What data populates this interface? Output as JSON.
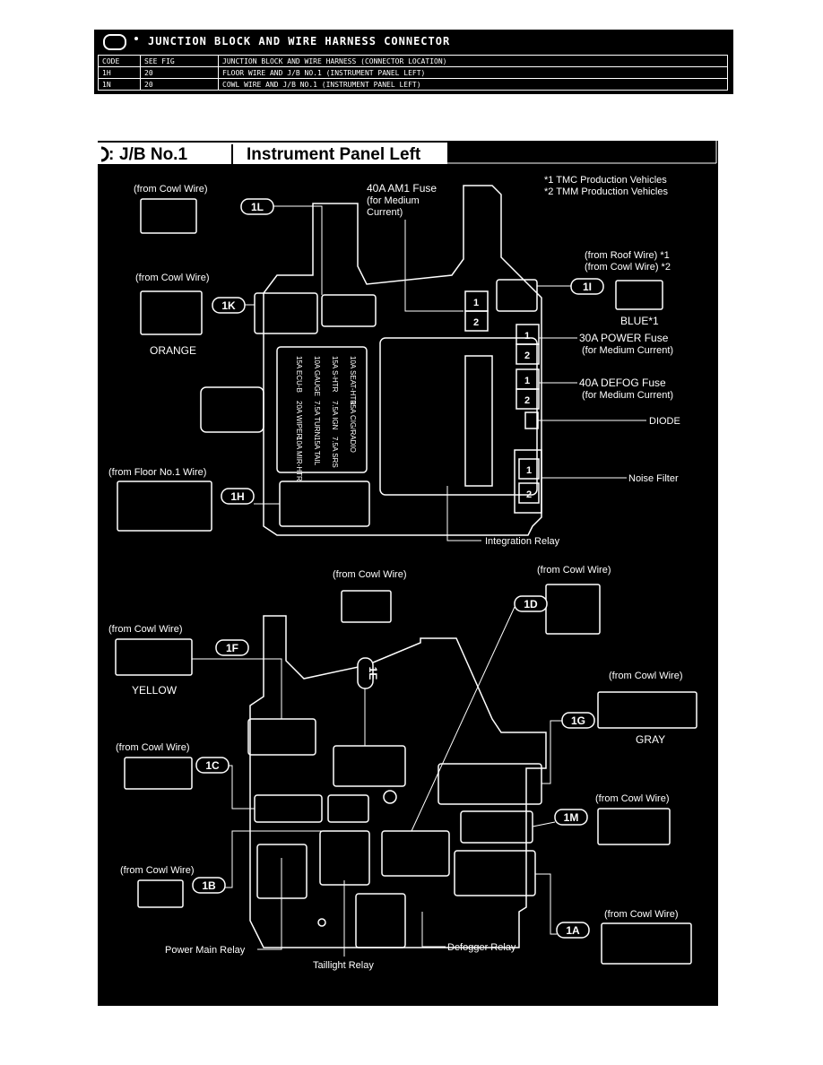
{
  "header": {
    "title": "JUNCTION BLOCK AND WIRE HARNESS CONNECTOR",
    "columns": [
      "CODE",
      "SEE FIG",
      "JUNCTION BLOCK AND WIRE HARNESS (CONNECTOR LOCATION)"
    ],
    "rows": [
      [
        "1H",
        "20",
        "FLOOR WIRE AND J/B NO.1 (INSTRUMENT PANEL LEFT)"
      ],
      [
        "1N",
        "20",
        "COWL WIRE AND J/B NO.1 (INSTRUMENT PANEL LEFT)"
      ]
    ]
  },
  "diagram": {
    "title_prefix": ":",
    "title_code": "J/B No.1",
    "title_location": "Instrument Panel Left",
    "notes": [
      "*1 TMC Production Vehicles",
      "*2 TMM Production Vehicles"
    ],
    "connectors": {
      "1L": {
        "code": "1L",
        "source": "(from Cowl Wire)"
      },
      "1K": {
        "code": "1K",
        "source": "(from Cowl Wire)",
        "color": "ORANGE"
      },
      "1I": {
        "code": "1I",
        "source1": "(from Roof Wire) *1",
        "source2": "(from Cowl Wire) *2",
        "color": "BLUE*1"
      },
      "1H": {
        "code": "1H",
        "source": "(from Floor No.1 Wire)"
      },
      "1F": {
        "code": "1F",
        "source": "(from Cowl Wire)",
        "color": "YELLOW"
      },
      "1E": {
        "code": "1E",
        "source": "(from Cowl Wire)"
      },
      "1D": {
        "code": "1D",
        "source": "(from Cowl Wire)"
      },
      "1G": {
        "code": "1G",
        "source": "(from Cowl Wire)",
        "color": "GRAY"
      },
      "1C": {
        "code": "1C",
        "source": "(from Cowl Wire)"
      },
      "1M": {
        "code": "1M",
        "source": "(from Cowl Wire)"
      },
      "1B": {
        "code": "1B",
        "source": "(from Cowl Wire)"
      },
      "1A": {
        "code": "1A",
        "source": "(from Cowl Wire)"
      }
    },
    "callouts": {
      "am1_fuse": [
        "40A AM1 Fuse",
        "(for Medium",
        "Current)"
      ],
      "power_fuse": [
        "30A POWER Fuse",
        "(for Medium Current)"
      ],
      "defog_fuse": [
        "40A DEFOG Fuse",
        "(for Medium Current)"
      ],
      "diode": "DIODE",
      "noise_filter": "Noise Filter",
      "integration_relay": "Integration Relay",
      "power_main_relay": "Power Main Relay",
      "taillight_relay": "Taillight Relay",
      "defogger_relay": "Defogger Relay"
    },
    "fuses": {
      "row1": [
        "15A ECU-B",
        "10A GAUGE",
        "15A S-HTR",
        "10A SEAT-HTR"
      ],
      "row2": [
        "20A WIPER",
        "7.5A TURN",
        "7.5A IGN",
        "15A CIG/RADIO"
      ],
      "row3": [
        "10A MIR-HTR",
        "15A TAIL",
        "7.5A SRS"
      ]
    }
  }
}
